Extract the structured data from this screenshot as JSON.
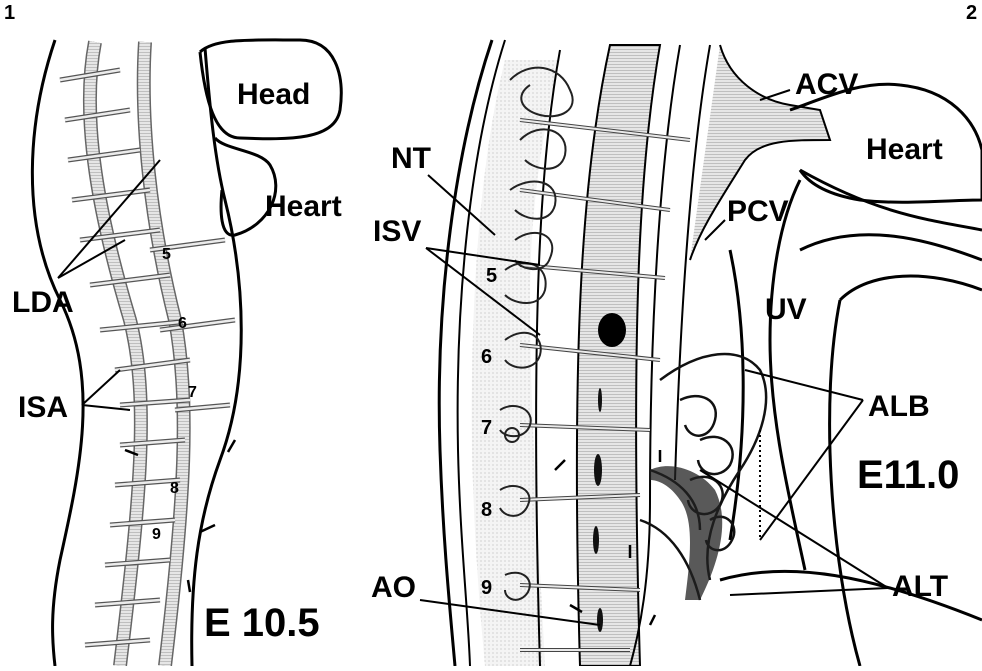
{
  "panels": [
    {
      "number": "1",
      "stage": "E 10.5",
      "labels": {
        "head": "Head",
        "heart": "Heart",
        "lda": "LDA",
        "isa": "ISA"
      },
      "segments": [
        "5",
        "6",
        "7",
        "8",
        "9"
      ]
    },
    {
      "number": "2",
      "stage": "E11.0",
      "labels": {
        "acv": "ACV",
        "heart": "Heart",
        "nt": "NT",
        "isv": "ISV",
        "pcv": "PCV",
        "uv": "UV",
        "alb": "ALB",
        "alt": "ALT",
        "ao": "AO"
      },
      "segments": [
        "5",
        "6",
        "7",
        "8",
        "9"
      ]
    }
  ],
  "colors": {
    "ink": "#000000",
    "vessel_fill": "#e8e8e8",
    "tube_fill": "#f2f2f2"
  }
}
